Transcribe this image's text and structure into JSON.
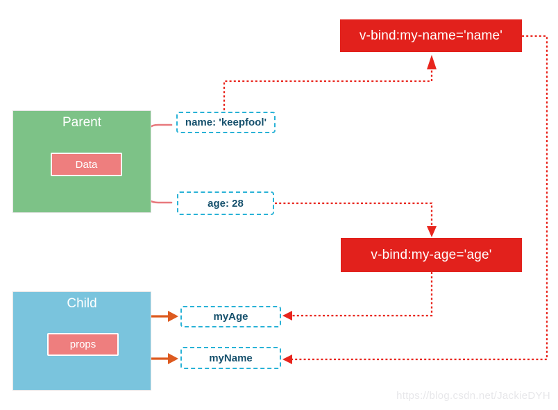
{
  "diagram": {
    "parent": {
      "title": "Parent",
      "data_label": "Data"
    },
    "child": {
      "title": "Child",
      "props_label": "props"
    },
    "bindings": {
      "name_binding": "v-bind:my-name='name'",
      "age_binding": "v-bind:my-age='age'"
    },
    "data_fields": {
      "name": "name: 'keepfool'",
      "age": "age: 28"
    },
    "props_fields": {
      "my_age": "myAge",
      "my_name": "myName"
    },
    "watermark": "https://blog.csdn.net/JackieDYH",
    "colors": {
      "binding_red": "#e2211c",
      "arrow_red": "#e8251d",
      "parent_green": "#7dc287",
      "child_blue": "#7ac4dd",
      "pill_pink": "#ee7e7e",
      "brace_pink": "#e8797d",
      "props_arrow_orange": "#dd5a1f",
      "dashed_cyan": "#29b2d6",
      "field_text_teal": "#17516d"
    }
  }
}
